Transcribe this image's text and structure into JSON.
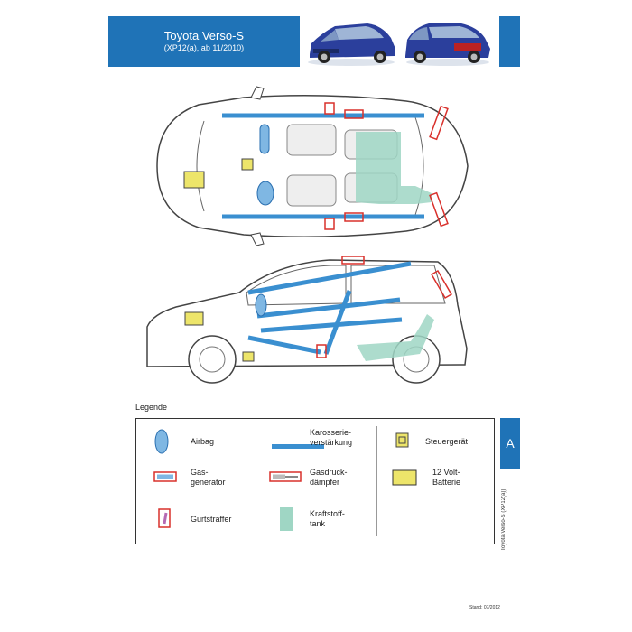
{
  "header": {
    "title": "Toyota Verso-S",
    "subtitle": "(XP12(a), ab 11/2010)"
  },
  "tab": {
    "letter": "A"
  },
  "side_label": "Toyota Verso-S (XP12(a))",
  "legend": {
    "title": "Legende",
    "items": [
      {
        "label": "Airbag",
        "icon": "airbag-icon"
      },
      {
        "label": "Gas-\ngenerator",
        "icon": "gas-generator-icon"
      },
      {
        "label": "Gurtstraffer",
        "icon": "belt-tensioner-icon"
      },
      {
        "label": "Karosserie-\nverstärkung",
        "icon": "body-reinforcement-icon"
      },
      {
        "label": "Gasdruck-\ndämpfer",
        "icon": "gas-strut-icon"
      },
      {
        "label": "Kraftstoff-\ntank",
        "icon": "fuel-tank-icon"
      },
      {
        "label": "Steuergerät",
        "icon": "control-unit-icon"
      },
      {
        "label": "12 Volt-\nBatterie",
        "icon": "battery-icon"
      }
    ]
  },
  "footer": "Stand: 07/2012",
  "colors": {
    "brand_blue": "#1f73b7",
    "airbag": "#7fb7e3",
    "reinforcement": "#3a8fd0",
    "fuel_tank": "#9fd6c4",
    "tensioner_red": "#d9302b",
    "battery_yellow": "#ede56a"
  }
}
